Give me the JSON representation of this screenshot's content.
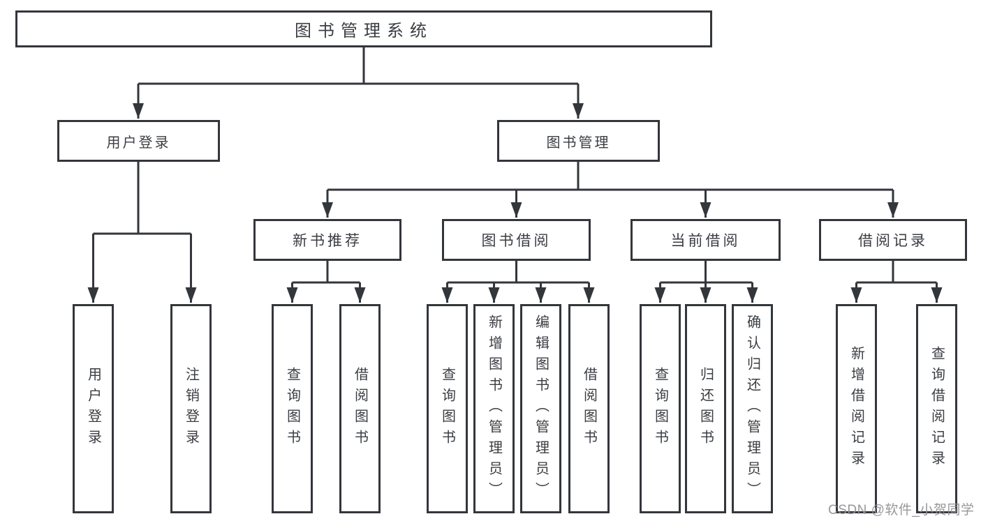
{
  "diagram": {
    "root": {
      "label": "图书管理系统"
    },
    "branches": [
      {
        "label": "用户登录",
        "children": [
          "用户登录",
          "注销登录"
        ]
      },
      {
        "label": "图书管理",
        "children": [
          {
            "label": "新书推荐",
            "children": [
              "查询图书",
              "借阅图书"
            ]
          },
          {
            "label": "图书借阅",
            "children": [
              "查询图书",
              "新增图书（管理员）",
              "编辑图书（管理员）",
              "借阅图书"
            ]
          },
          {
            "label": "当前借阅",
            "children": [
              "查询图书",
              "归还图书",
              "确认归还（管理员）"
            ]
          },
          {
            "label": "借阅记录",
            "children": [
              "新增借阅记录",
              "查询借阅记录"
            ]
          }
        ]
      }
    ]
  },
  "watermark": "CSDN @软件_小贺同学",
  "colors": {
    "line": "#33363a",
    "text": "#3a3d42",
    "watermark": "#919194",
    "background": "#ffffff"
  }
}
